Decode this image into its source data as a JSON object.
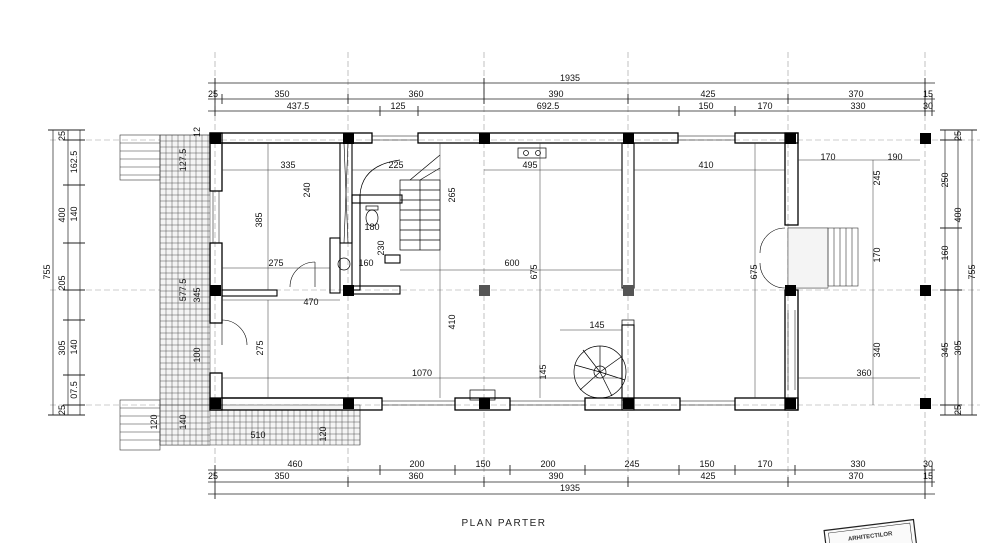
{
  "title": "PLAN PARTER",
  "stamp_text": "ARHITECTILOR",
  "top_row_1": [
    "1935"
  ],
  "top_row_2": [
    "25",
    "350",
    "360",
    "390",
    "425",
    "370",
    "15"
  ],
  "top_row_3": [
    "437.5",
    "125",
    "692.5",
    "150",
    "170",
    "330",
    "30"
  ],
  "bottom_row_1": [
    "460",
    "200",
    "150",
    "200",
    "245",
    "150",
    "170",
    "330",
    "30"
  ],
  "bottom_row_2": [
    "25",
    "350",
    "360",
    "390",
    "425",
    "370",
    "15"
  ],
  "bottom_row_3": [
    "1935"
  ],
  "left_total": "755",
  "left_segments": [
    "400",
    "205",
    "305"
  ],
  "left_sub": [
    "25",
    "162.5",
    "140",
    "140",
    "07.5",
    "25"
  ],
  "right_total": "755",
  "right_segments": [
    "400",
    "305"
  ],
  "right_sub": [
    "250",
    "160",
    "345",
    "25",
    "25"
  ],
  "interior_dims": [
    "335",
    "225",
    "495",
    "410",
    "170",
    "190",
    "245",
    "240",
    "265",
    "385",
    "180",
    "230",
    "160",
    "600",
    "275",
    "470",
    "675",
    "170",
    "410",
    "145",
    "275",
    "1070",
    "145",
    "340",
    "360",
    "675",
    "120",
    "510",
    "140",
    "120",
    "127.5",
    "577.5",
    "345",
    "100",
    "12"
  ]
}
